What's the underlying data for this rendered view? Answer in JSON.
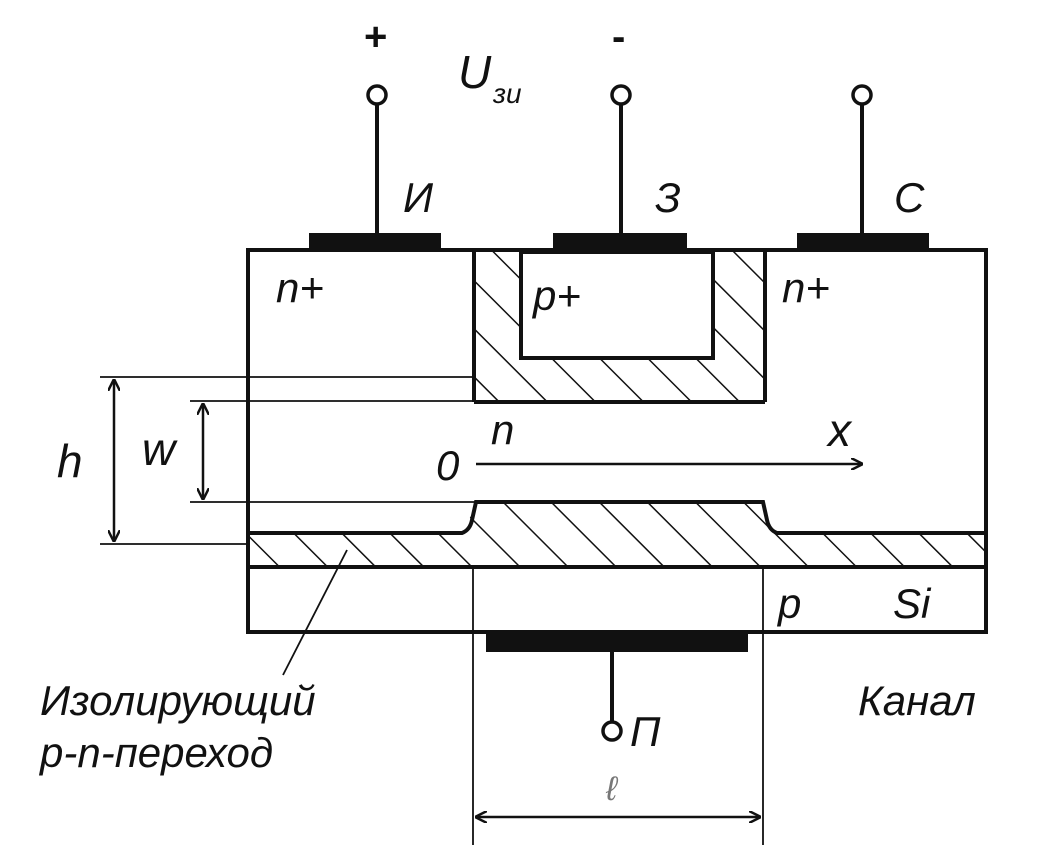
{
  "voltage": {
    "main": "U",
    "sub": "зи",
    "plus": "+",
    "minus": "-"
  },
  "terminals": {
    "source": "И",
    "gate": "З",
    "drain": "С",
    "substrate": "П"
  },
  "regions": {
    "source": "n+",
    "gate": "p+",
    "drain": "n+",
    "channel": "n",
    "substrate": "p",
    "material": "Si"
  },
  "dimensions": {
    "h": "h",
    "w": "w",
    "origin": "0",
    "x_axis": "x",
    "length": "ℓ"
  },
  "captions": {
    "isolation_line1": "Изолирующий",
    "isolation_line2": "p-n-переход",
    "channel": "Канал"
  }
}
